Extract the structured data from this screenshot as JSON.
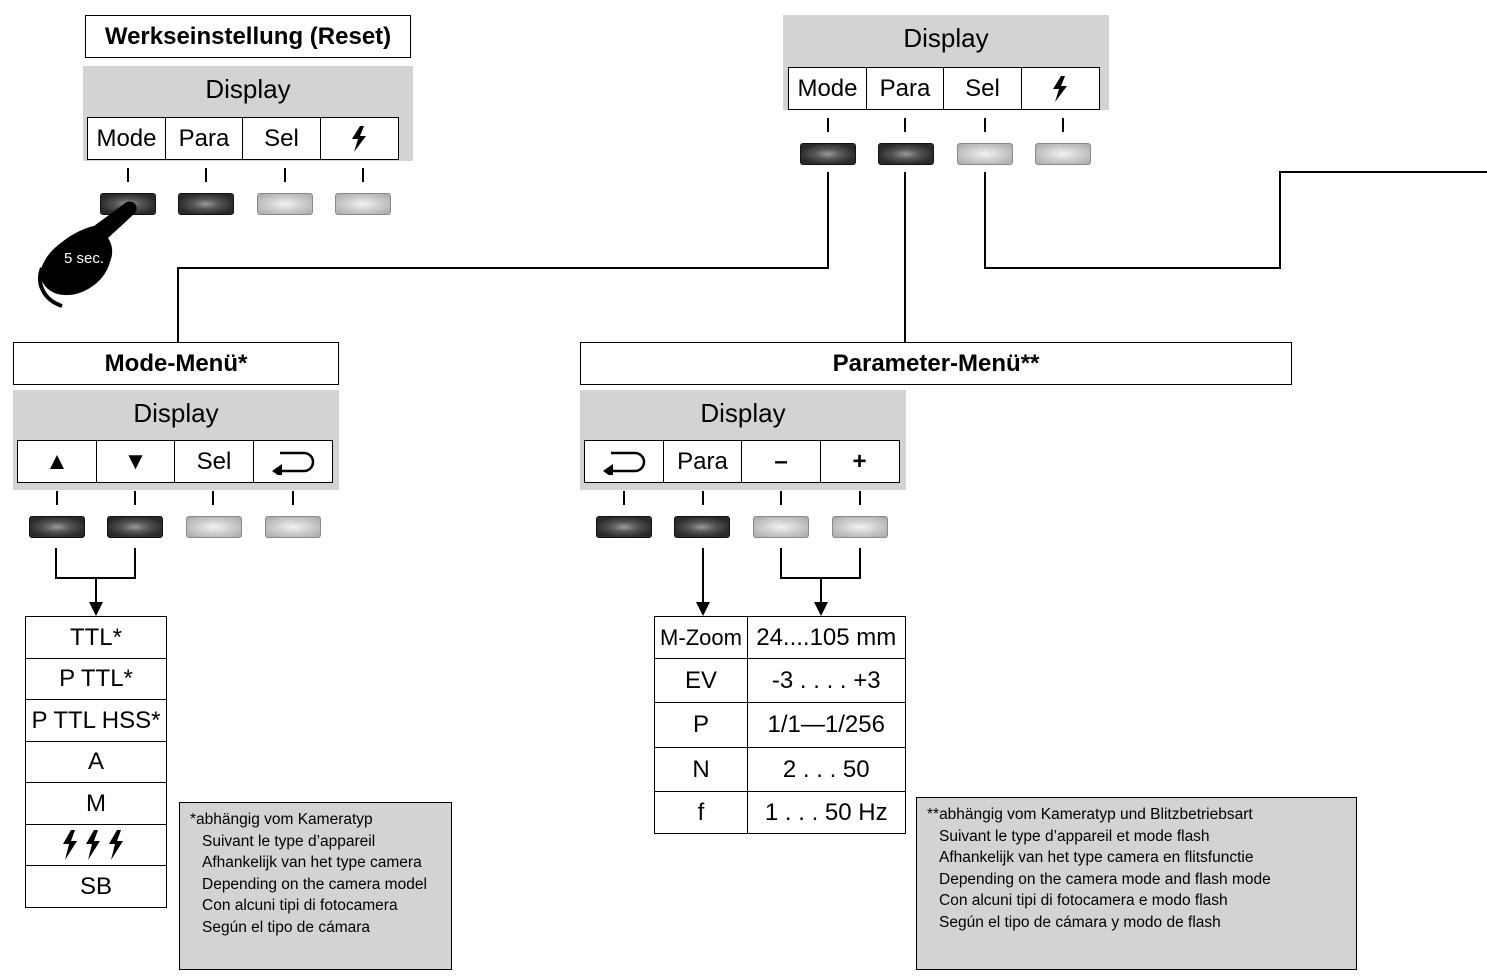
{
  "reset_panel": {
    "title": "Werkseinstellung (Reset)",
    "display_label": "Display",
    "keys": [
      "Mode",
      "Para",
      "Sel",
      "flash-icon"
    ],
    "button_states": [
      "dark",
      "dark",
      "light",
      "light"
    ],
    "hand_label": "5 sec."
  },
  "main_panel": {
    "display_label": "Display",
    "keys": [
      "Mode",
      "Para",
      "Sel",
      "flash-icon"
    ],
    "button_states": [
      "dark",
      "dark",
      "light",
      "light"
    ]
  },
  "mode_menu": {
    "title": "Mode-Menü*",
    "display_label": "Display",
    "keys": [
      "▲",
      "▼",
      "Sel",
      "return-icon"
    ],
    "button_states": [
      "dark",
      "dark",
      "light",
      "light"
    ],
    "options": [
      "TTL*",
      "P TTL*",
      "P TTL HSS*",
      "A",
      "M",
      "multi-flash-icon",
      "SB"
    ],
    "footnote": {
      "lines": [
        "*abhängig vom Kameratyp",
        "Suivant le type d’appareil",
        "Afhankelijk van het type camera",
        "Depending on the camera model",
        "Con alcuni tipi di fotocamera",
        "Según el tipo de cámara"
      ]
    }
  },
  "parameter_menu": {
    "title": "Parameter-Menü**",
    "display_label": "Display",
    "keys": [
      "return-icon",
      "Para",
      "–",
      "+"
    ],
    "button_states": [
      "dark",
      "dark",
      "light",
      "light"
    ],
    "rows": [
      {
        "param": "M-Zoom",
        "range": "24....105 mm"
      },
      {
        "param": "EV",
        "range": "-3 . . . . +3"
      },
      {
        "param": "P",
        "range": "1/1—1/256"
      },
      {
        "param": "N",
        "range": "2 . . . 50"
      },
      {
        "param": "f",
        "range": "1 . . . 50 Hz"
      }
    ],
    "footnote": {
      "lines": [
        "**abhängig vom Kameratyp und Blitzbetriebsart",
        "Suivant le type d’appareil et mode flash",
        "Afhankelijk van het type camera en flitsfunctie",
        "Depending on the camera mode and flash mode",
        "Con alcuni tipi di fotocamera e modo flash",
        "Según el tipo de cámara y modo de flash"
      ]
    }
  }
}
